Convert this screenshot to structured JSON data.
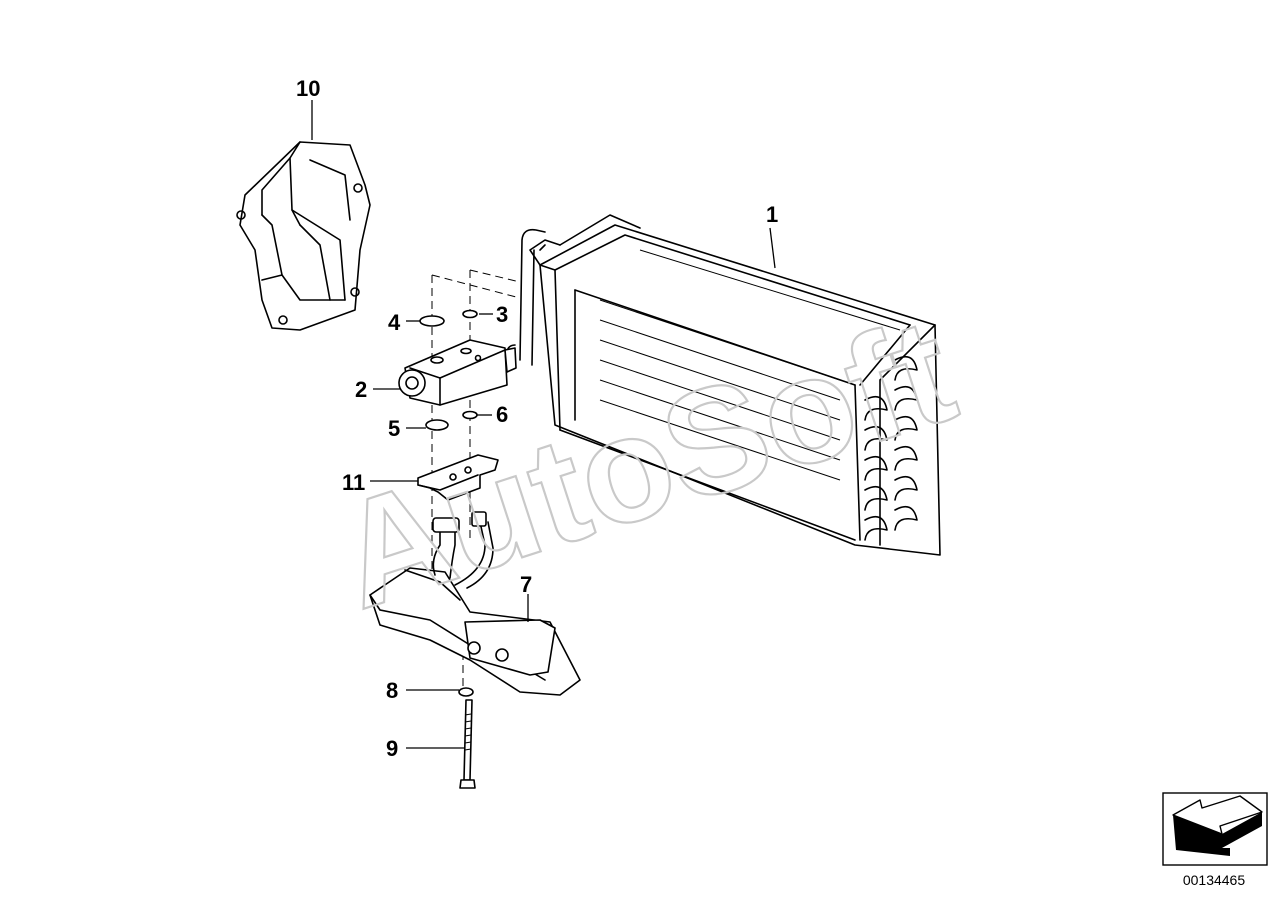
{
  "callouts": [
    {
      "id": "1",
      "label": "1"
    },
    {
      "id": "2",
      "label": "2"
    },
    {
      "id": "3",
      "label": "3"
    },
    {
      "id": "4",
      "label": "4"
    },
    {
      "id": "5",
      "label": "5"
    },
    {
      "id": "6",
      "label": "6"
    },
    {
      "id": "7",
      "label": "7"
    },
    {
      "id": "8",
      "label": "8"
    },
    {
      "id": "9",
      "label": "9"
    },
    {
      "id": "10",
      "label": "10"
    },
    {
      "id": "11",
      "label": "11"
    }
  ],
  "watermark": "AutoSoft",
  "document_id": "00134465",
  "icons": {
    "nav": "back-arrow-icon"
  }
}
